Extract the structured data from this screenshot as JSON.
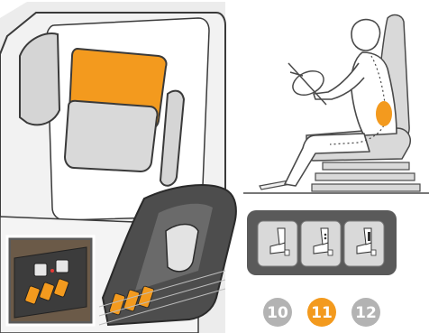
{
  "steps": [
    {
      "number": "10",
      "state": "inactive"
    },
    {
      "number": "11",
      "state": "active"
    },
    {
      "number": "12",
      "state": "inactive"
    }
  ],
  "colors": {
    "accent": "#f39a1e",
    "step_inactive": "#b3b3b3",
    "seat_grey": "#d9d9d9",
    "dark_panel": "#5a5a5a",
    "line": "#4a4a4a"
  },
  "icons": {
    "lumbar_highlight": "orange-lumbar-pad",
    "seat_control_buttons": "seat-adjust-switches"
  }
}
